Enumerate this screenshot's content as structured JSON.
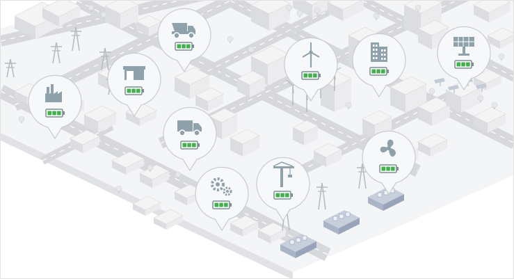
{
  "scene": {
    "background": "#ffffff",
    "road_color": "#d6d8dc",
    "ground_color": "#ebecee",
    "building_color": "#f4f4f5",
    "building_shade": "#dcdde0",
    "pin_fill": "#f7f8f9",
    "pin_stroke": "#c9cbcf",
    "icon_color": "#8fa1aa",
    "battery_outline": "#7c8d95",
    "battery_fill": "#3fb24a",
    "substation_color": "#a9b4c7"
  },
  "pins": [
    {
      "icon": "factory-icon",
      "battery": 1.0
    },
    {
      "icon": "warehouse-icon",
      "battery": 1.0
    },
    {
      "icon": "dump-truck-icon",
      "battery": 1.0
    },
    {
      "icon": "wind-turbine-icon",
      "battery": 1.0
    },
    {
      "icon": "office-buildings-icon",
      "battery": 1.0
    },
    {
      "icon": "solar-panel-icon",
      "battery": 1.0
    },
    {
      "icon": "delivery-truck-icon",
      "battery": 1.0
    },
    {
      "icon": "gears-icon",
      "battery": 1.0
    },
    {
      "icon": "construction-crane-icon",
      "battery": 1.0
    },
    {
      "icon": "ventilation-fan-icon",
      "battery": 1.0
    }
  ]
}
